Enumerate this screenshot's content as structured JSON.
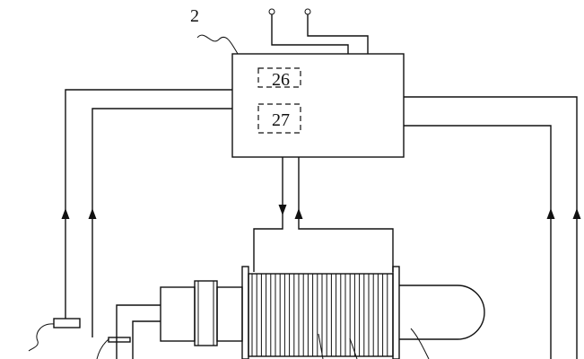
{
  "diagram": {
    "labels": {
      "unit": "2",
      "module_a": "26",
      "module_b": "27"
    }
  }
}
